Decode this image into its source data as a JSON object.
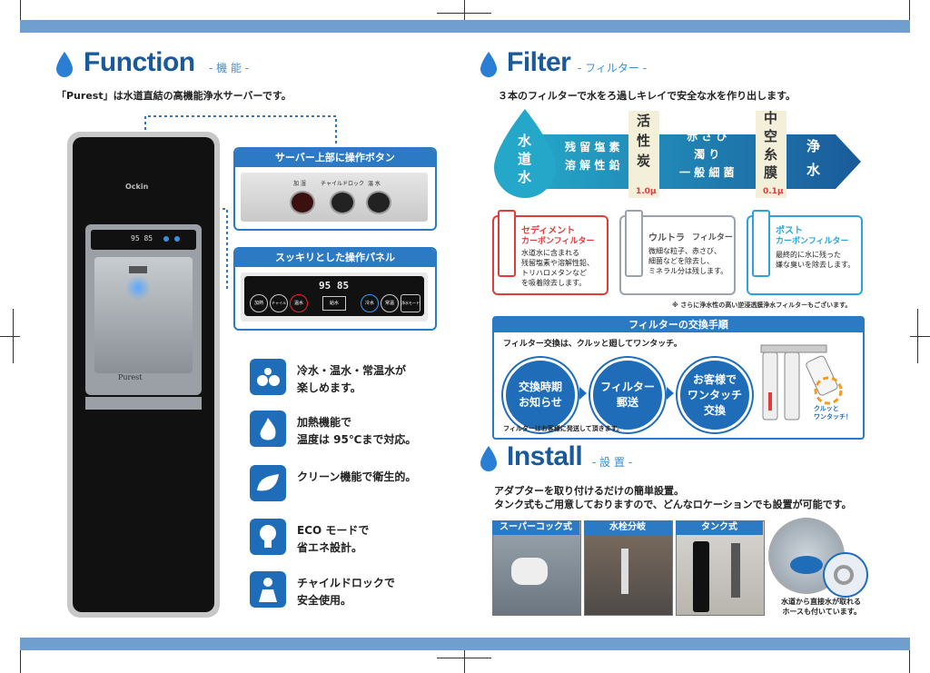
{
  "function": {
    "title": "Function",
    "subtitle": "- 機 能 -",
    "lead": "「Purest」は水道直結の高機能浄水サーバーです。",
    "callout_top": "サーバー上部に操作ボタン",
    "callout_top_buttons": [
      "加 湿",
      "チャイルドロック",
      "温 水"
    ],
    "callout_panel": "スッキリとした操作パネル",
    "panel_buttons": [
      "加熱",
      "チャイルドロック",
      "温水",
      "冷水",
      "常温",
      "浄水モード"
    ],
    "panel_display": "95  85",
    "panel_center": "給水",
    "brand": "Ockin",
    "model": "Purest",
    "features": [
      {
        "icon": "water-drops-icon",
        "text": "冷水・温水・常温水が\n楽しめます。"
      },
      {
        "icon": "flame-icon",
        "text": "加熱機能で\n温度は 95℃まで対応。"
      },
      {
        "icon": "leaf-icon",
        "text": "クリーン機能で衛生的。"
      },
      {
        "icon": "lightbulb-icon",
        "text": "ECO モードで\n省エネ設計。"
      },
      {
        "icon": "child-lock-icon",
        "text": "チャイルドロックで\n安全使用。"
      }
    ]
  },
  "filter": {
    "title": "Filter",
    "subtitle": "- フィルター -",
    "lead": "３本のフィルターで水をろ過しキレイで安全な水を作り出します。",
    "flow": {
      "source": "水\n道\n水",
      "removes1": "残 留 塩 素\n溶 解 性 鉛",
      "carbon": "活\n性\n炭",
      "carbon_size": "1.0μ",
      "removes2": "赤 さ び\n濁 り\n一 般 細 菌",
      "membrane": "中\n空\n糸\n膜",
      "membrane_size": "0.1μ",
      "result": "浄\n水"
    },
    "cartridges": [
      {
        "name": "セディメント",
        "type": "カーボンフィルター",
        "desc": "水道水に含まれる\n残留塩素や溶解性鉛、\nトリハロメタンなど\nを吸着除去します。",
        "color": "#e23b3b",
        "number": "1"
      },
      {
        "name": "ウルトラ",
        "type": "フィルター",
        "desc": "微細な粒子、赤さび、\n細菌などを除去し、\nミネラル分は残します。",
        "color": "#9aa3ab",
        "number": "2"
      },
      {
        "name": "ポスト",
        "type": "カーボンフィルター",
        "desc": "最終的に水に残った\n嫌な臭いを除去します。",
        "color": "#2aa4d8",
        "number": "3"
      }
    ],
    "note": "※ さらに浄水性の高い逆浸透膜浄水フィルターもございます。",
    "exchange": {
      "title": "フィルターの交換手順",
      "lead": "フィルター交換は、クルッと廻してワンタッチ。",
      "steps": [
        "交換時期\nお知らせ",
        "フィルター\n郵送",
        "お客様で\nワンタッチ\n交換"
      ],
      "note": "フィルターはお客様に発送して頂きます。",
      "twist": "クルッと\nワンタッチ！"
    }
  },
  "install": {
    "title": "Install",
    "subtitle": "- 設 置 -",
    "lead1": "アダプターを取り付けるだけの簡単設置。",
    "lead2": "タンク式もご用意しておりますので、どんなロケーションでも設置が可能です。",
    "photos": [
      "スーパーコック式",
      "水栓分岐",
      "タンク式"
    ],
    "hose_note": "水道から直接水が取れる\nホースも付いています。"
  }
}
